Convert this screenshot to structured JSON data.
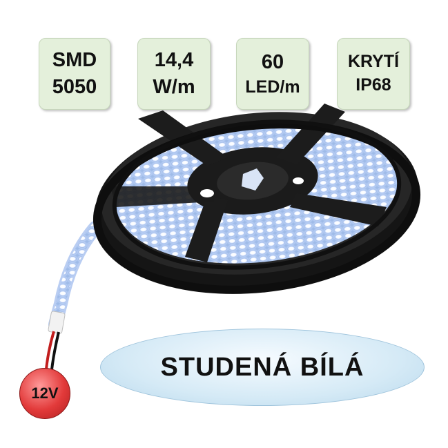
{
  "badges": [
    {
      "line1": "SMD",
      "line2": "5050"
    },
    {
      "line1": "14,4",
      "line2": "W/m"
    },
    {
      "line1": "60",
      "line2": "LED/m"
    },
    {
      "line1": "KRYTÍ",
      "line2": "IP68"
    }
  ],
  "color_label": "STUDENÁ BÍLÁ",
  "voltage": "12V",
  "colors": {
    "badge_bg": "#e4f0db",
    "reel_body": "#1c1c1c",
    "led_glow": "#c9dcff",
    "voltage_badge": "#e23a3a"
  },
  "icons": [
    "led-strip-reel-image"
  ]
}
